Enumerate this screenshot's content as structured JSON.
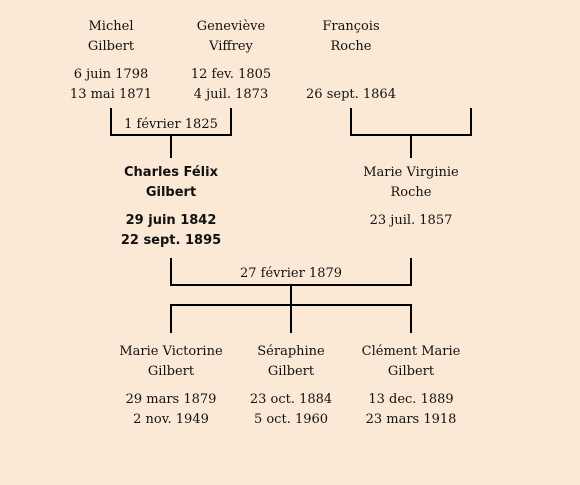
{
  "colors": {
    "background": "#fce9d5",
    "line": "#000000"
  },
  "grandparents": [
    {
      "name1": "Michel",
      "name2": "Gilbert",
      "birth": "6 juin 1798",
      "death": "13 mai 1871"
    },
    {
      "name1": "Geneviève",
      "name2": "Viffrey",
      "birth": "12 fev. 1805",
      "death": "4 juil. 1873"
    },
    {
      "name1": "François",
      "name2": "Roche",
      "birth": "",
      "death": "26 sept. 1864"
    }
  ],
  "marriage_top": "1 février 1825",
  "parents": [
    {
      "name1": "Charles Félix",
      "name2": "Gilbert",
      "birth": "29 juin 1842",
      "death": "22 sept. 1895"
    },
    {
      "name1": "Marie Virginie",
      "name2": "Roche",
      "birth": "23 juil. 1857",
      "death": ""
    }
  ],
  "marriage_mid": "27 février 1879",
  "children": [
    {
      "name1": "Marie Victorine",
      "name2": "Gilbert",
      "birth": "29 mars 1879",
      "death": "2 nov. 1949"
    },
    {
      "name1": "Séraphine",
      "name2": "Gilbert",
      "birth": "23 oct. 1884",
      "death": "5 oct. 1960"
    },
    {
      "name1": "Clément Marie",
      "name2": "Gilbert",
      "birth": "13 dec. 1889",
      "death": "23 mars 1918"
    }
  ]
}
